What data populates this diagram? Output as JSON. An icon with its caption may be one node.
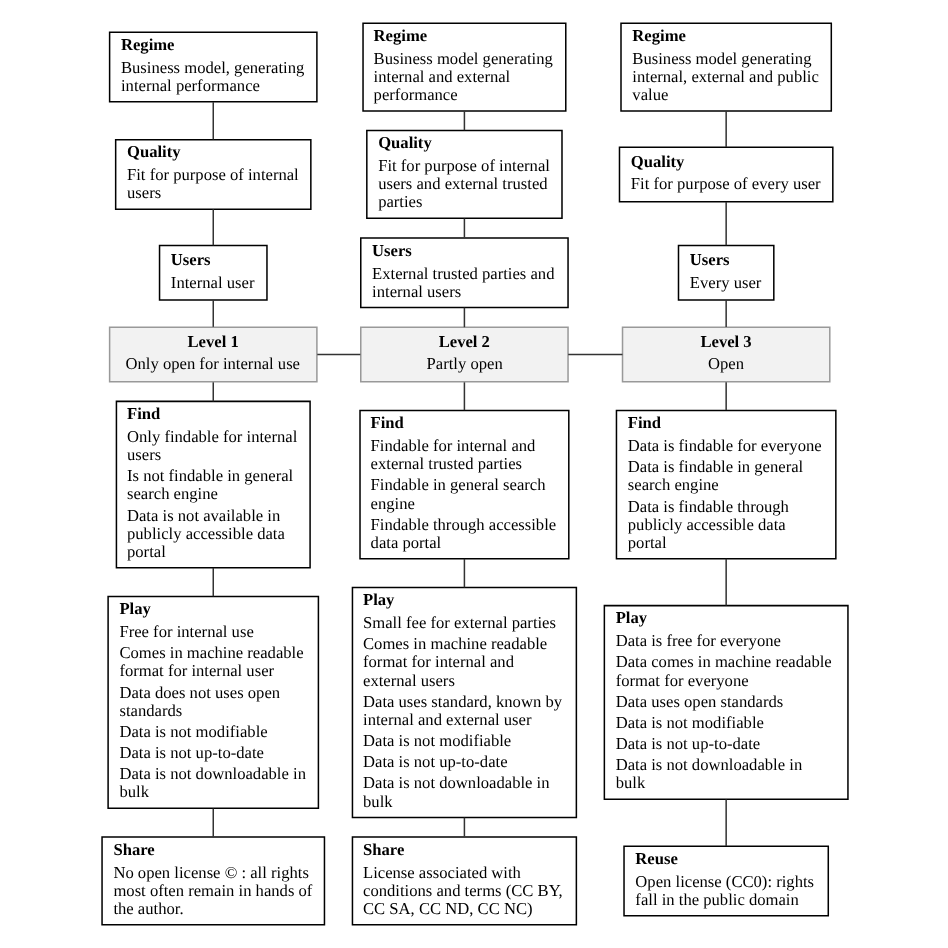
{
  "diagram": {
    "nodes": [
      {
        "text": [
          "Regime",
          "Business model, generating internal performance"
        ]
      },
      {
        "text": [
          "Quality",
          "Fit for purpose of internal users"
        ]
      },
      {
        "text": [
          "Users",
          "Internal user"
        ]
      },
      {
        "text": [
          "Level 1",
          "Only open for internal use"
        ]
      },
      {
        "text": [
          "Find",
          "Only findable for internal users",
          "Is not findable in general search engine",
          "Data is not available in publicly accessible data portal"
        ]
      },
      {
        "text": [
          "Play",
          "Free for internal use",
          "Comes in machine readable format for internal user",
          "Data does not uses open standards",
          "Data is not modifiable",
          "Data is not up-to-date",
          "Data is not downloadable in bulk"
        ]
      },
      {
        "text": [
          "Share",
          "No open license © : all rights most often remain in hands of the author."
        ]
      },
      {
        "text": [
          "Regime",
          "Business model generating internal and external performance"
        ]
      },
      {
        "text": [
          "Quality",
          "Fit for purpose of internal users and external trusted parties"
        ]
      },
      {
        "text": [
          "Users",
          "External trusted parties and internal users"
        ]
      },
      {
        "text": [
          "Level 2",
          "Partly open"
        ]
      },
      {
        "text": [
          "Find",
          "Findable for internal and external trusted parties",
          "Findable in general search engine",
          "Findable through accessible data portal"
        ]
      },
      {
        "text": [
          "Play",
          "Small fee for external parties",
          "Comes in machine readable format for internal and external users",
          "Data uses standard, known by internal and external user",
          "Data is not modifiable",
          "Data is not up-to-date",
          "Data is not downloadable in bulk"
        ]
      },
      {
        "text": [
          "Share",
          "License associated with conditions and terms (CC BY, CC SA, CC ND, CC NC)"
        ]
      },
      {
        "text": [
          "Regime",
          "Business model generating internal, external and public value"
        ]
      },
      {
        "text": [
          "Quality",
          "Fit for purpose of every user"
        ]
      },
      {
        "text": [
          "Users",
          "Every user"
        ]
      },
      {
        "text": [
          "Level 3",
          "Open"
        ]
      },
      {
        "text": [
          "Find",
          "Data is findable for everyone",
          "Data is findable in general search engine",
          "Data is findable through publicly accessible data portal"
        ]
      },
      {
        "text": [
          "Play",
          "Data is free for everyone",
          "Data comes in machine readable format for everyone",
          "Data uses open standards",
          "Data is not modifiable",
          "Data is not up-to-date",
          "Data is not downloadable in bulk"
        ]
      },
      {
        "text": [
          "Reuse",
          "Open license (CC0): rights fall in the public domain"
        ]
      }
    ],
    "edges": [
      {
        "from": 0,
        "to": 1,
        "arrow": "none"
      },
      {
        "from": 1,
        "to": 2,
        "arrow": "none"
      },
      {
        "from": 2,
        "to": 3,
        "arrow": "none"
      },
      {
        "from": 3,
        "to": 4,
        "arrow": "none"
      },
      {
        "from": 4,
        "to": 5,
        "arrow": "none"
      },
      {
        "from": 5,
        "to": 6,
        "arrow": "none"
      },
      {
        "from": 7,
        "to": 8,
        "arrow": "none"
      },
      {
        "from": 8,
        "to": 9,
        "arrow": "none"
      },
      {
        "from": 9,
        "to": 10,
        "arrow": "none"
      },
      {
        "from": 10,
        "to": 11,
        "arrow": "none"
      },
      {
        "from": 11,
        "to": 12,
        "arrow": "none"
      },
      {
        "from": 12,
        "to": 13,
        "arrow": "none"
      },
      {
        "from": 14,
        "to": 15,
        "arrow": "none"
      },
      {
        "from": 15,
        "to": 16,
        "arrow": "none"
      },
      {
        "from": 16,
        "to": 17,
        "arrow": "none"
      },
      {
        "from": 17,
        "to": 18,
        "arrow": "none"
      },
      {
        "from": 18,
        "to": 19,
        "arrow": "none"
      },
      {
        "from": 19,
        "to": 20,
        "arrow": "none"
      },
      {
        "from": 3,
        "to": 10,
        "arrow": "none"
      },
      {
        "from": 10,
        "to": 17,
        "arrow": "none"
      }
    ]
  }
}
